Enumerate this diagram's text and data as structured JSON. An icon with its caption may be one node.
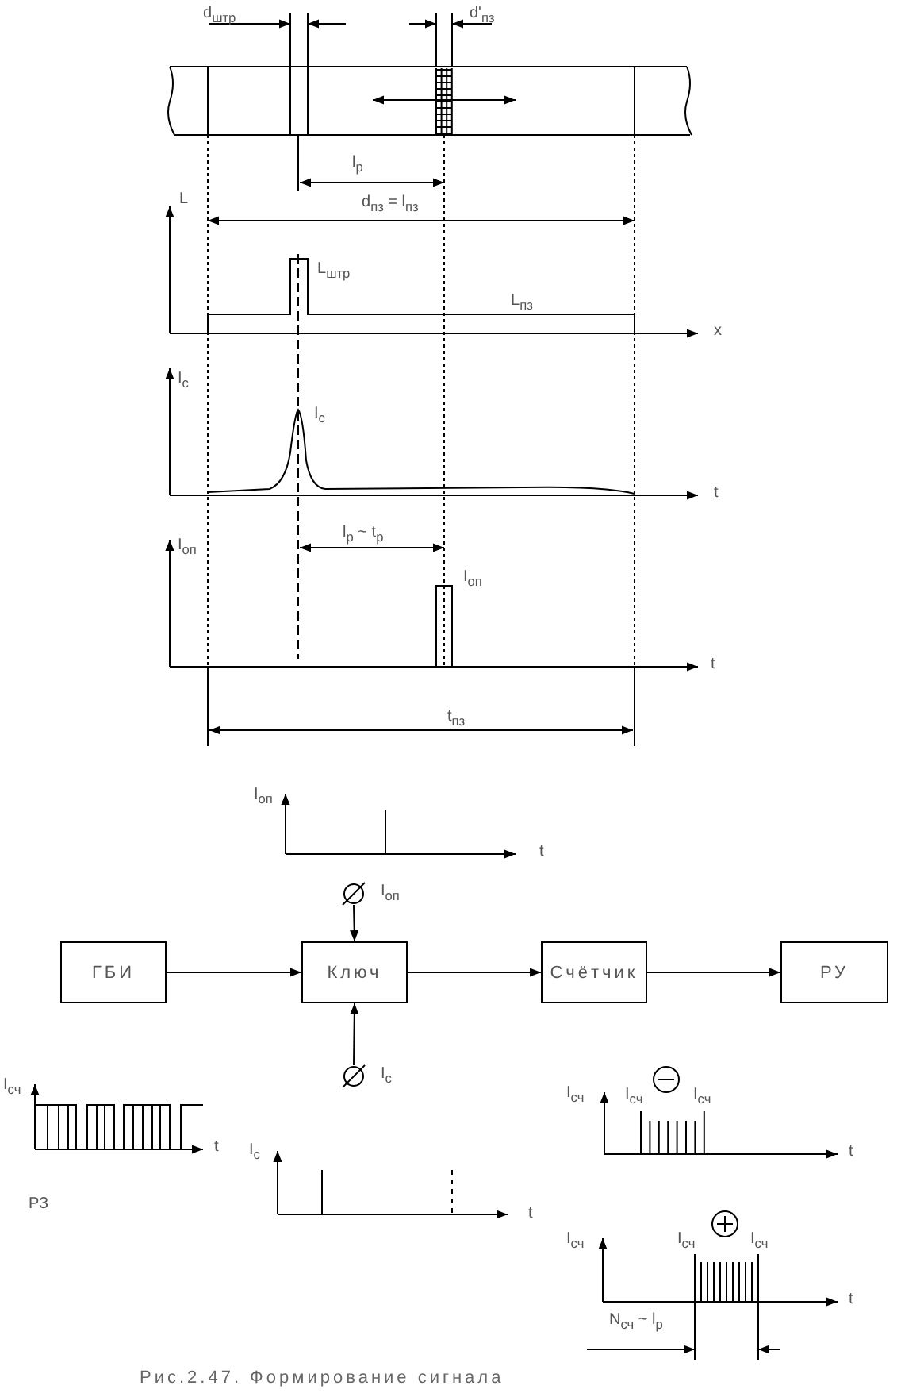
{
  "diagram": {
    "caption": "Рис.2.47. Формирование сигнала",
    "nodes": [
      {
        "text": [
          "ГБИ"
        ]
      },
      {
        "text": [
          "Ключ"
        ]
      },
      {
        "text": [
          "Счётчик"
        ]
      },
      {
        "text": [
          "РУ"
        ]
      },
      {
        "text": [],
        "shape": "circle",
        "beside": [
          "I$_{оп}$"
        ]
      },
      {
        "text": [],
        "shape": "circle",
        "beside": [
          "I$_{с}$"
        ]
      }
    ],
    "edges": [
      {
        "from": 0,
        "to": 1,
        "arrow": "to"
      },
      {
        "from": 1,
        "to": 2,
        "arrow": "to"
      },
      {
        "from": 2,
        "to": 3,
        "arrow": "to"
      },
      {
        "from": 4,
        "to": 1,
        "arrow": "to"
      },
      {
        "from": 5,
        "to": 1,
        "arrow": "to"
      }
    ],
    "labels": [
      "d$_{штр}$",
      "d'$_{пз}$",
      "l$_{р}$",
      "L",
      "d$_{пз}$ = l$_{пз}$",
      "L$_{штр}$",
      "L$_{пз}$",
      "x",
      "I$_{с}$",
      "I$_{с}$",
      "t",
      "I$_{оп}$",
      "l$_{р}$ ~ t$_{р}$",
      "I$_{оп}$",
      "t",
      "t$_{пз}$",
      "I$_{оп}$",
      "t",
      "I$_{сч}$",
      "I$_{сч}$",
      "I$_{сч}$",
      "I$_{сч}$",
      "t",
      "I$_{с}$",
      "t",
      "РЗ",
      "t",
      "I$_{сч}$",
      "I$_{сч}$",
      "I$_{сч}$",
      "t",
      "N$_{сч}$ ~ l$_{р}$"
    ]
  }
}
